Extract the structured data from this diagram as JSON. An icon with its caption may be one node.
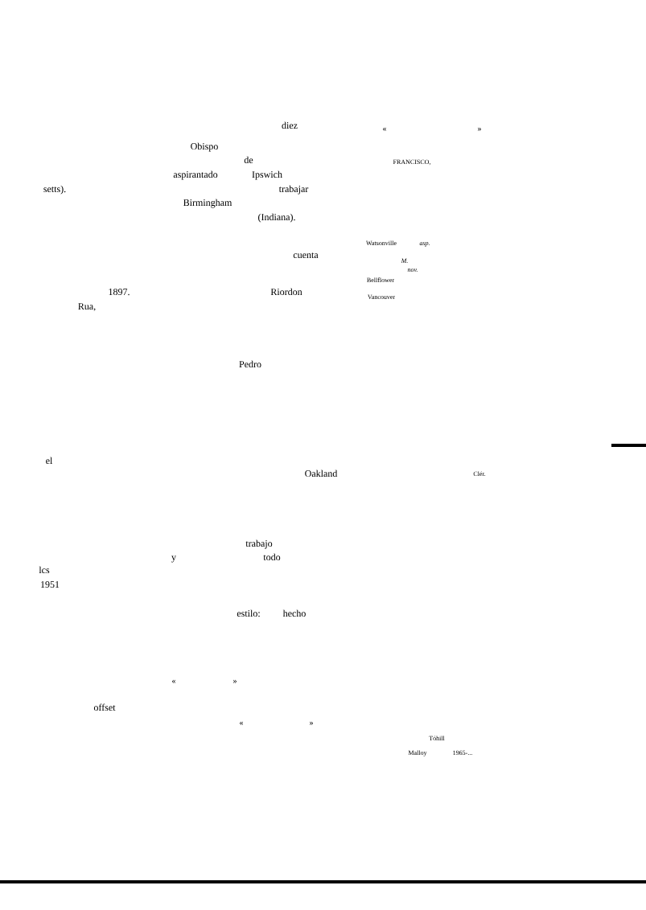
{
  "diagram": {
    "labels": [
      "diez",
      "«",
      "»",
      "Obispo",
      "de",
      "FRANCISCO,",
      "aspirantado",
      "Ipswich",
      "setts).",
      "trabajar",
      "Birmingham",
      "(Indiana).",
      "Watsonville",
      "asp.",
      "cuenta",
      "M.",
      "nov.",
      "Bellflower",
      "1897.",
      "Riordon",
      "Vancouver",
      "Rua,",
      "Pedro",
      "el",
      "Oakland",
      "Clér.",
      "trabajo",
      "y",
      "todo",
      "lcs",
      "1951",
      "estilo:",
      "hecho",
      "«",
      "»",
      "offset",
      "«",
      "»",
      "Tóhill",
      "Malloy",
      "1965-..."
    ]
  }
}
